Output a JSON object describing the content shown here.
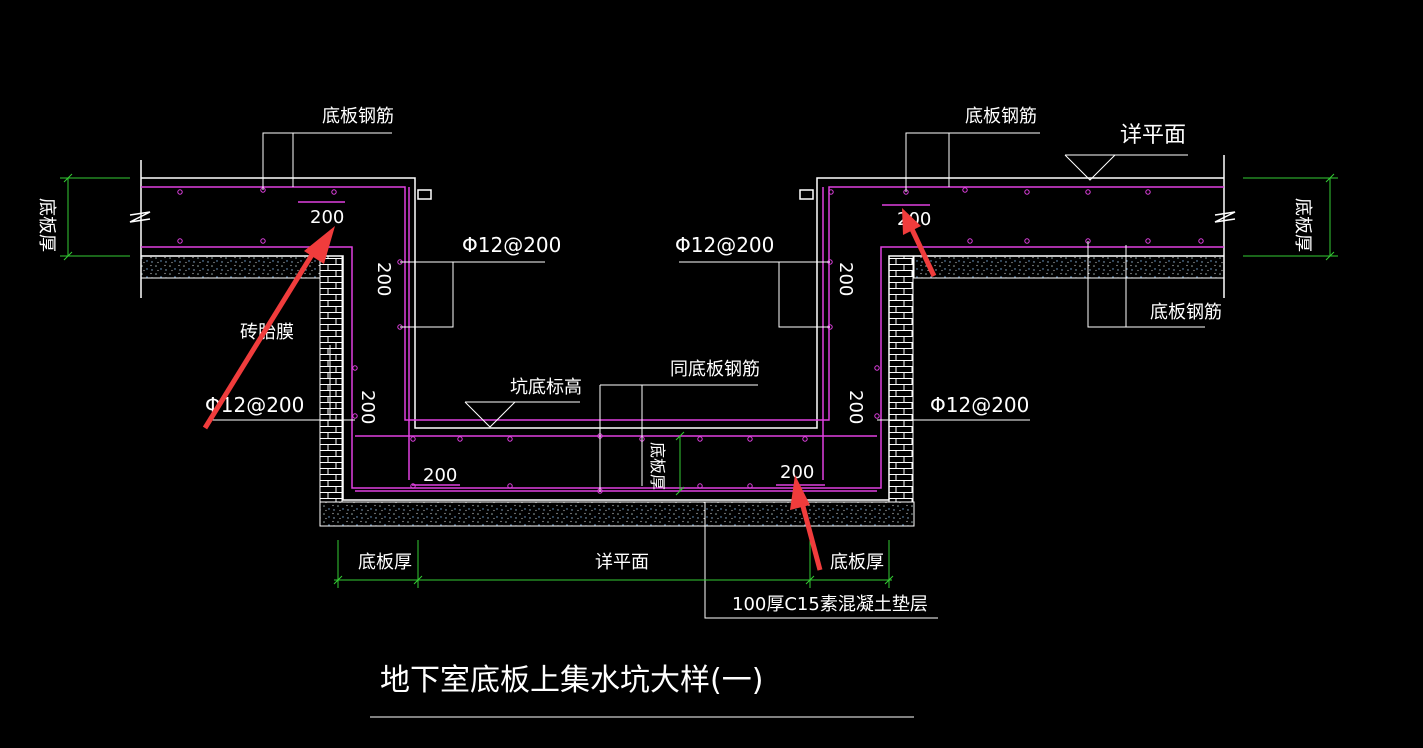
{
  "drawing": {
    "title": "地下室底板上集水坑大样(一)",
    "labels": {
      "slab_rebar_left": "底板钢筋",
      "slab_rebar_right_top": "底板钢筋",
      "slab_rebar_right_bottom": "底板钢筋",
      "see_plan_top": "详平面",
      "see_plan_bottom": "详平面",
      "slab_thick_left": "底板厚",
      "slab_thick_right": "底板厚",
      "slab_thick_center": "底板厚",
      "slab_thick_bottom_left": "底板厚",
      "slab_thick_bottom_right": "底板厚",
      "brick_formwork": "砖胎膜",
      "pit_bottom_elev": "坑底标高",
      "same_slab_rebar": "同底板钢筋",
      "rebar_left_upper": "Φ12@200",
      "rebar_right_upper": "Φ12@200",
      "rebar_left_lower": "Φ12@200",
      "rebar_right_lower": "Φ12@200",
      "dim_200_a": "200",
      "dim_200_b": "200",
      "dim_200_c": "200",
      "dim_200_d": "200",
      "dim_200_e": "200",
      "dim_200_f": "200",
      "dim_200_g": "200",
      "dim_200_h": "200",
      "cushion": "100厚C15素混凝土垫层"
    },
    "colors": {
      "background": "#000000",
      "line": "#ffffff",
      "rebar": "#e040e0",
      "dimension": "#33cc33",
      "arrow": "#f03c3c"
    }
  }
}
